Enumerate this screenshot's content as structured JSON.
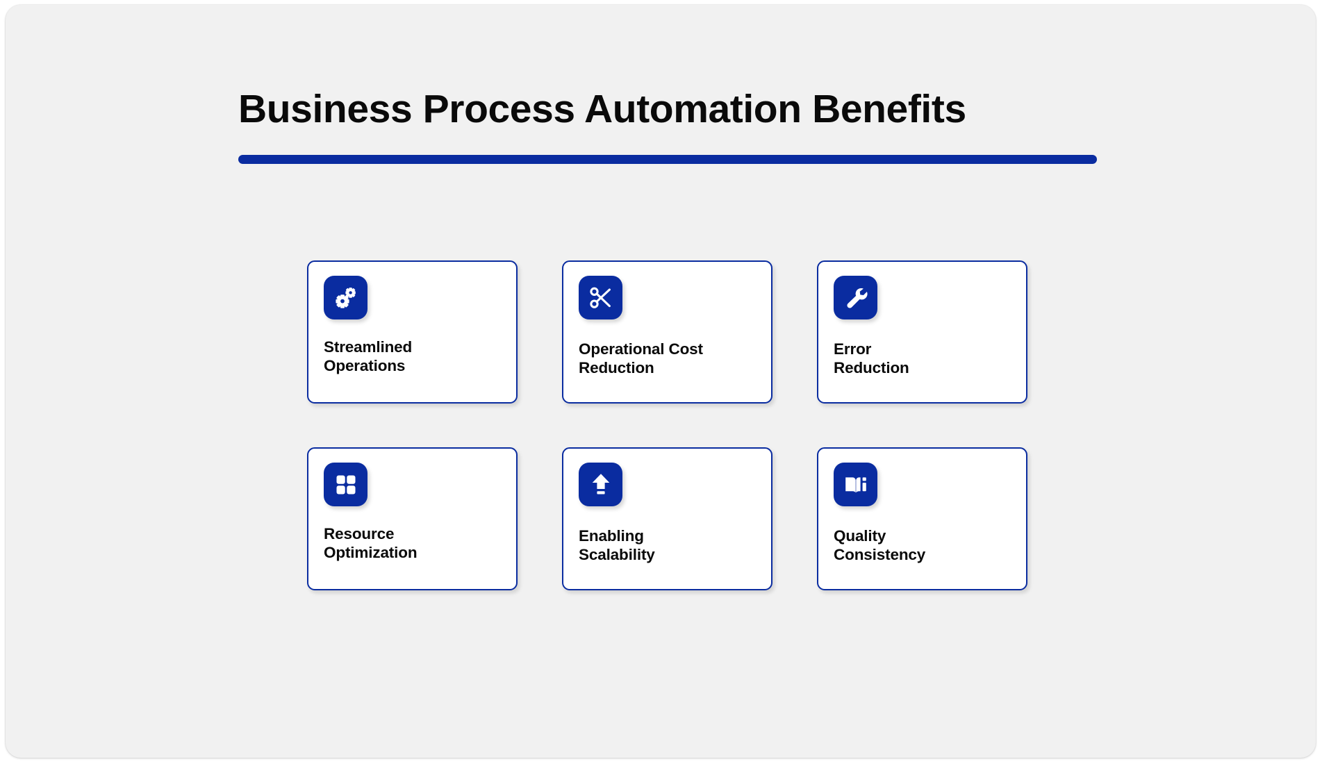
{
  "panel": {
    "background_color": "#f1f1f1",
    "accent_color": "#0a2ca0",
    "card_background": "#ffffff",
    "text_color": "#0a0a0a"
  },
  "header": {
    "title": "Business Process Automation Benefits",
    "rule_color": "#0a2ca0"
  },
  "cards": [
    {
      "label": "Streamlined\nOperations",
      "icon": "gears-icon",
      "icon_color": "#ffffff",
      "tile_color": "#0a2ca0"
    },
    {
      "label": "Operational Cost\nReduction",
      "icon": "scissors-icon",
      "icon_color": "#ffffff",
      "tile_color": "#0a2ca0"
    },
    {
      "label": "Error\nReduction",
      "icon": "wrench-icon",
      "icon_color": "#ffffff",
      "tile_color": "#0a2ca0"
    },
    {
      "label": "Resource\nOptimization",
      "icon": "grid-squares-icon",
      "icon_color": "#ffffff",
      "tile_color": "#0a2ca0"
    },
    {
      "label": "Enabling\nScalability",
      "icon": "upload-arrow-icon",
      "icon_color": "#ffffff",
      "tile_color": "#0a2ca0"
    },
    {
      "label": "Quality\nConsistency",
      "icon": "book-info-icon",
      "icon_color": "#ffffff",
      "tile_color": "#0a2ca0"
    }
  ]
}
